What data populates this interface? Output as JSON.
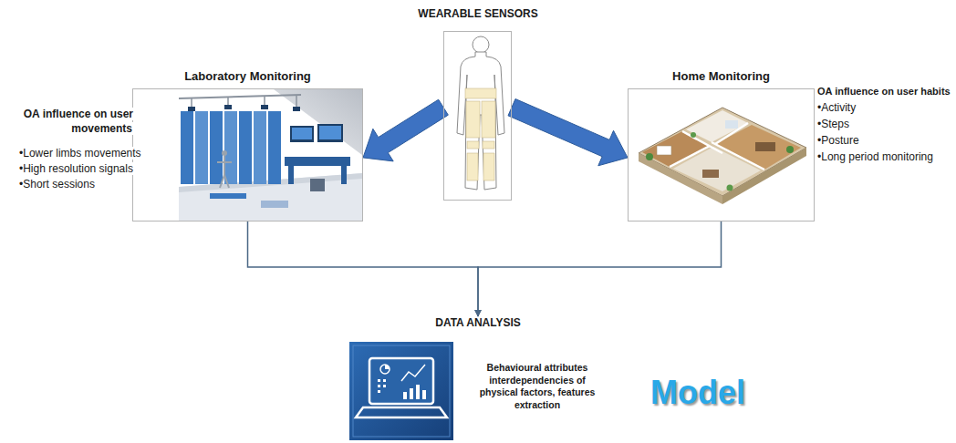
{
  "diagram": {
    "nodes": [
      {
        "text": [
          "WEARABLE SENSORS"
        ]
      },
      {
        "text": [
          "Laboratory Monitoring"
        ]
      },
      {
        "text": [
          "Home Monitoring"
        ]
      },
      {
        "text": [
          "DATA ANALYSIS",
          "Behavioural attributes interdependencies of physical factors, features extraction"
        ]
      }
    ],
    "edges": [
      {
        "from": 0,
        "to": 1,
        "arrow": "to"
      },
      {
        "from": 0,
        "to": 2,
        "arrow": "to"
      },
      {
        "from": 1,
        "to": 3,
        "arrow": "to"
      },
      {
        "from": 2,
        "to": 3,
        "arrow": "to"
      }
    ],
    "labels": [
      "OA influence on user movements",
      "•Lower limbs movements",
      "•High resolution signals",
      "•Short sessions",
      "OA influence on user habits",
      "•Activity",
      "•Steps",
      "•Posture",
      "•Long period monitoring",
      "Model"
    ]
  }
}
